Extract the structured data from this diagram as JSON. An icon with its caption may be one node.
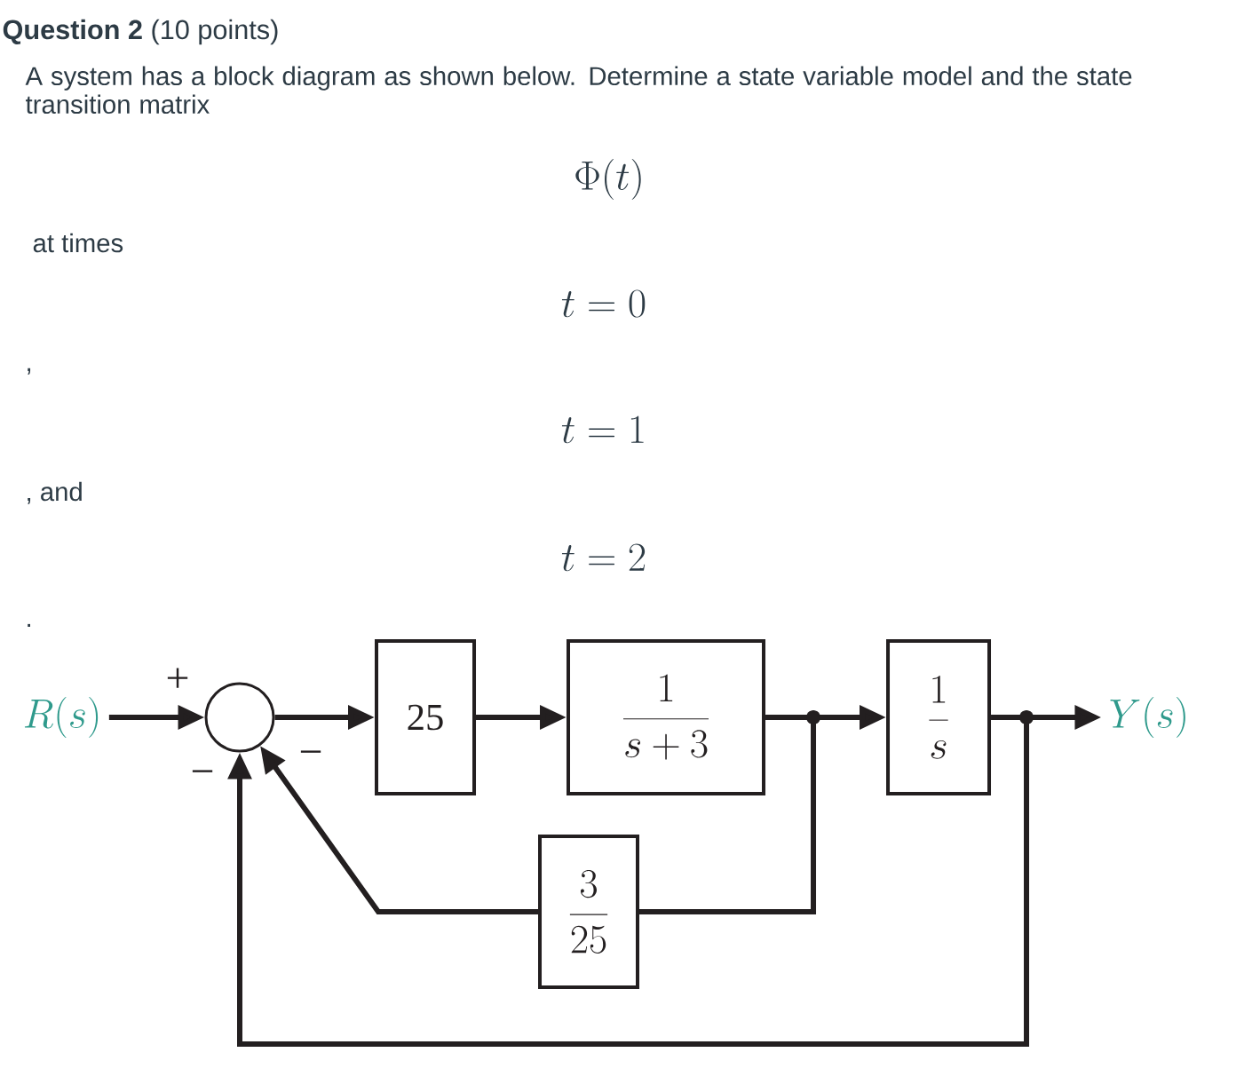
{
  "diagram": {
    "title": "**Question 2** (10 points)",
    "nodes": [
      {
        "text": [
          "R(s)"
        ]
      },
      {
        "text": [],
        "shape": "circle"
      },
      {
        "text": [
          "25"
        ]
      },
      {
        "text": [
          "\\frac{1}{s+3}"
        ]
      },
      {
        "text": [
          "\\frac{1}{s}"
        ]
      },
      {
        "text": [
          "Y(s)"
        ]
      },
      {
        "text": [
          "\\frac{3}{25}"
        ]
      }
    ],
    "edges": [
      {
        "from": 0,
        "to": 1,
        "arrow": "to"
      },
      {
        "from": 1,
        "to": 2,
        "arrow": "to"
      },
      {
        "from": 2,
        "to": 3,
        "arrow": "to"
      },
      {
        "from": 3,
        "to": 4,
        "arrow": "to"
      },
      {
        "from": 4,
        "to": 5,
        "arrow": "to"
      },
      {
        "from": 3,
        "to": 6,
        "arrow": "none"
      },
      {
        "from": 6,
        "to": 1,
        "arrow": "to"
      },
      {
        "from": 4,
        "to": 1,
        "arrow": "to"
      }
    ],
    "labels": [
      "A system has a block diagram as shown below. Determine a state variable model and the state transition matrix",
      "\\Phi(t)",
      "at times",
      "t=0",
      ",",
      "t=1",
      ", and",
      "t=2",
      ".",
      "+",
      "−",
      "−"
    ]
  }
}
